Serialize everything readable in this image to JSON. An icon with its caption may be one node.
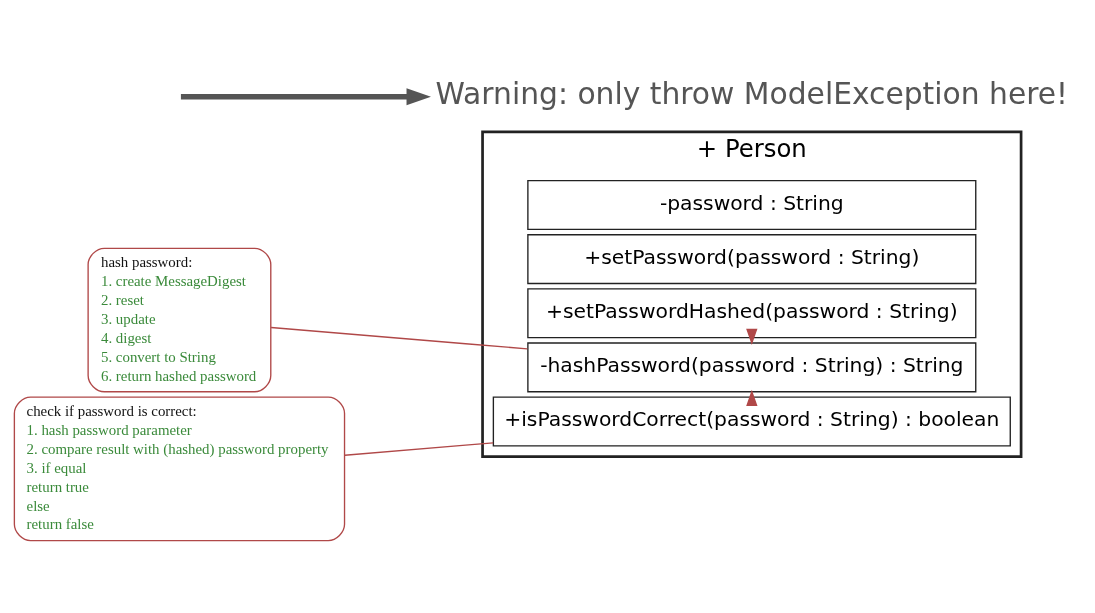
{
  "diagram": {
    "nodes": [
      {
        "text": [
          "+ Person"
        ]
      },
      {
        "text": [
          "-password : String"
        ],
        "in": 0
      },
      {
        "text": [
          "+setPassword(password : String)"
        ],
        "in": 0
      },
      {
        "text": [
          "+setPasswordHashed(password : String)"
        ],
        "in": 0
      },
      {
        "text": [
          "-hashPassword(password : String) : String"
        ],
        "in": 0
      },
      {
        "text": [
          "+isPasswordCorrect(password : String) : boolean"
        ],
        "in": 0
      },
      {
        "text": [
          "hash password:",
          "1. create MessageDigest",
          "2. reset",
          "3. update",
          "4. digest",
          "5. convert to String",
          "6. return hashed password"
        ]
      },
      {
        "text": [
          "check if password is correct:",
          "1. hash password parameter",
          "2. compare result with (hashed) password property",
          "3. if equal",
          "return true",
          "else",
          "return false"
        ]
      },
      {
        "text": [
          "Warning: only throw ModelException here!"
        ]
      }
    ],
    "edges": [
      {
        "from": 3,
        "to": 4,
        "arrow": "to"
      },
      {
        "from": 5,
        "to": 4,
        "arrow": "to"
      },
      {
        "from": 6,
        "to": 4,
        "arrow": "none"
      },
      {
        "from": 7,
        "to": 5,
        "arrow": "none"
      },
      {
        "from": null,
        "to": 8,
        "arrow": "to",
        "style": "thick",
        "color": "#555555"
      }
    ]
  }
}
